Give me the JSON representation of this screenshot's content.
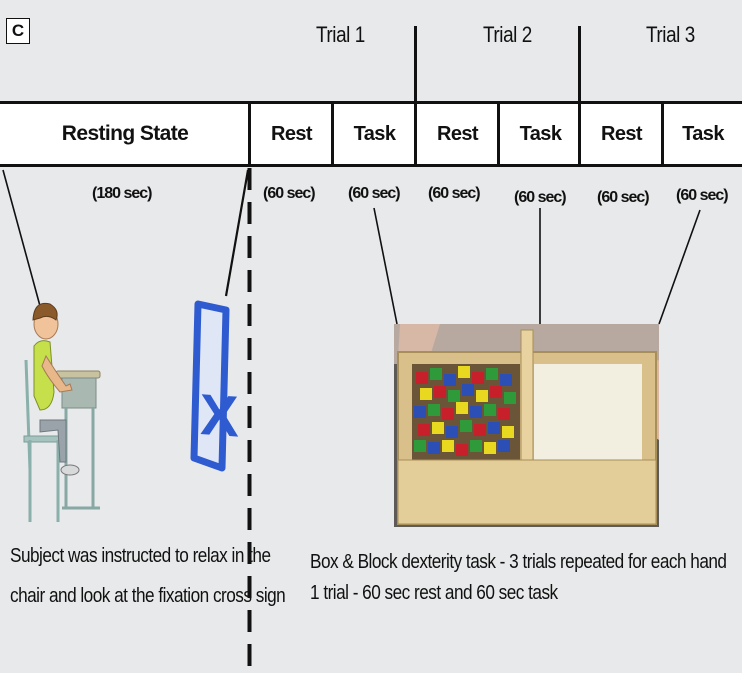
{
  "panel": {
    "label": "C"
  },
  "trials": [
    "Trial 1",
    "Trial 2",
    "Trial 3"
  ],
  "segments": [
    {
      "label": "Resting State",
      "duration": "(180 sec)"
    },
    {
      "label": "Rest",
      "duration": "(60 sec)"
    },
    {
      "label": "Task",
      "duration": "(60 sec)"
    },
    {
      "label": "Rest",
      "duration": "(60 sec)"
    },
    {
      "label": "Task",
      "duration": "(60 sec)"
    },
    {
      "label": "Rest",
      "duration": "(60 sec)"
    },
    {
      "label": "Task",
      "duration": "(60 sec)"
    }
  ],
  "fixation_sign": {
    "glyph": "X"
  },
  "captions": {
    "resting_line1": "Subject was instructed to relax in the",
    "resting_line2": "chair and look at the fixation cross sign",
    "task_line1": "Box & Block dexterity task - 3 trials repeated for each hand",
    "task_line2": "1 trial - 60 sec rest and 60 sec task"
  },
  "colors": {
    "background": "#e8e9ea",
    "fixation_blue": "#2f5bd0",
    "box_wood": "#d9c08a"
  }
}
